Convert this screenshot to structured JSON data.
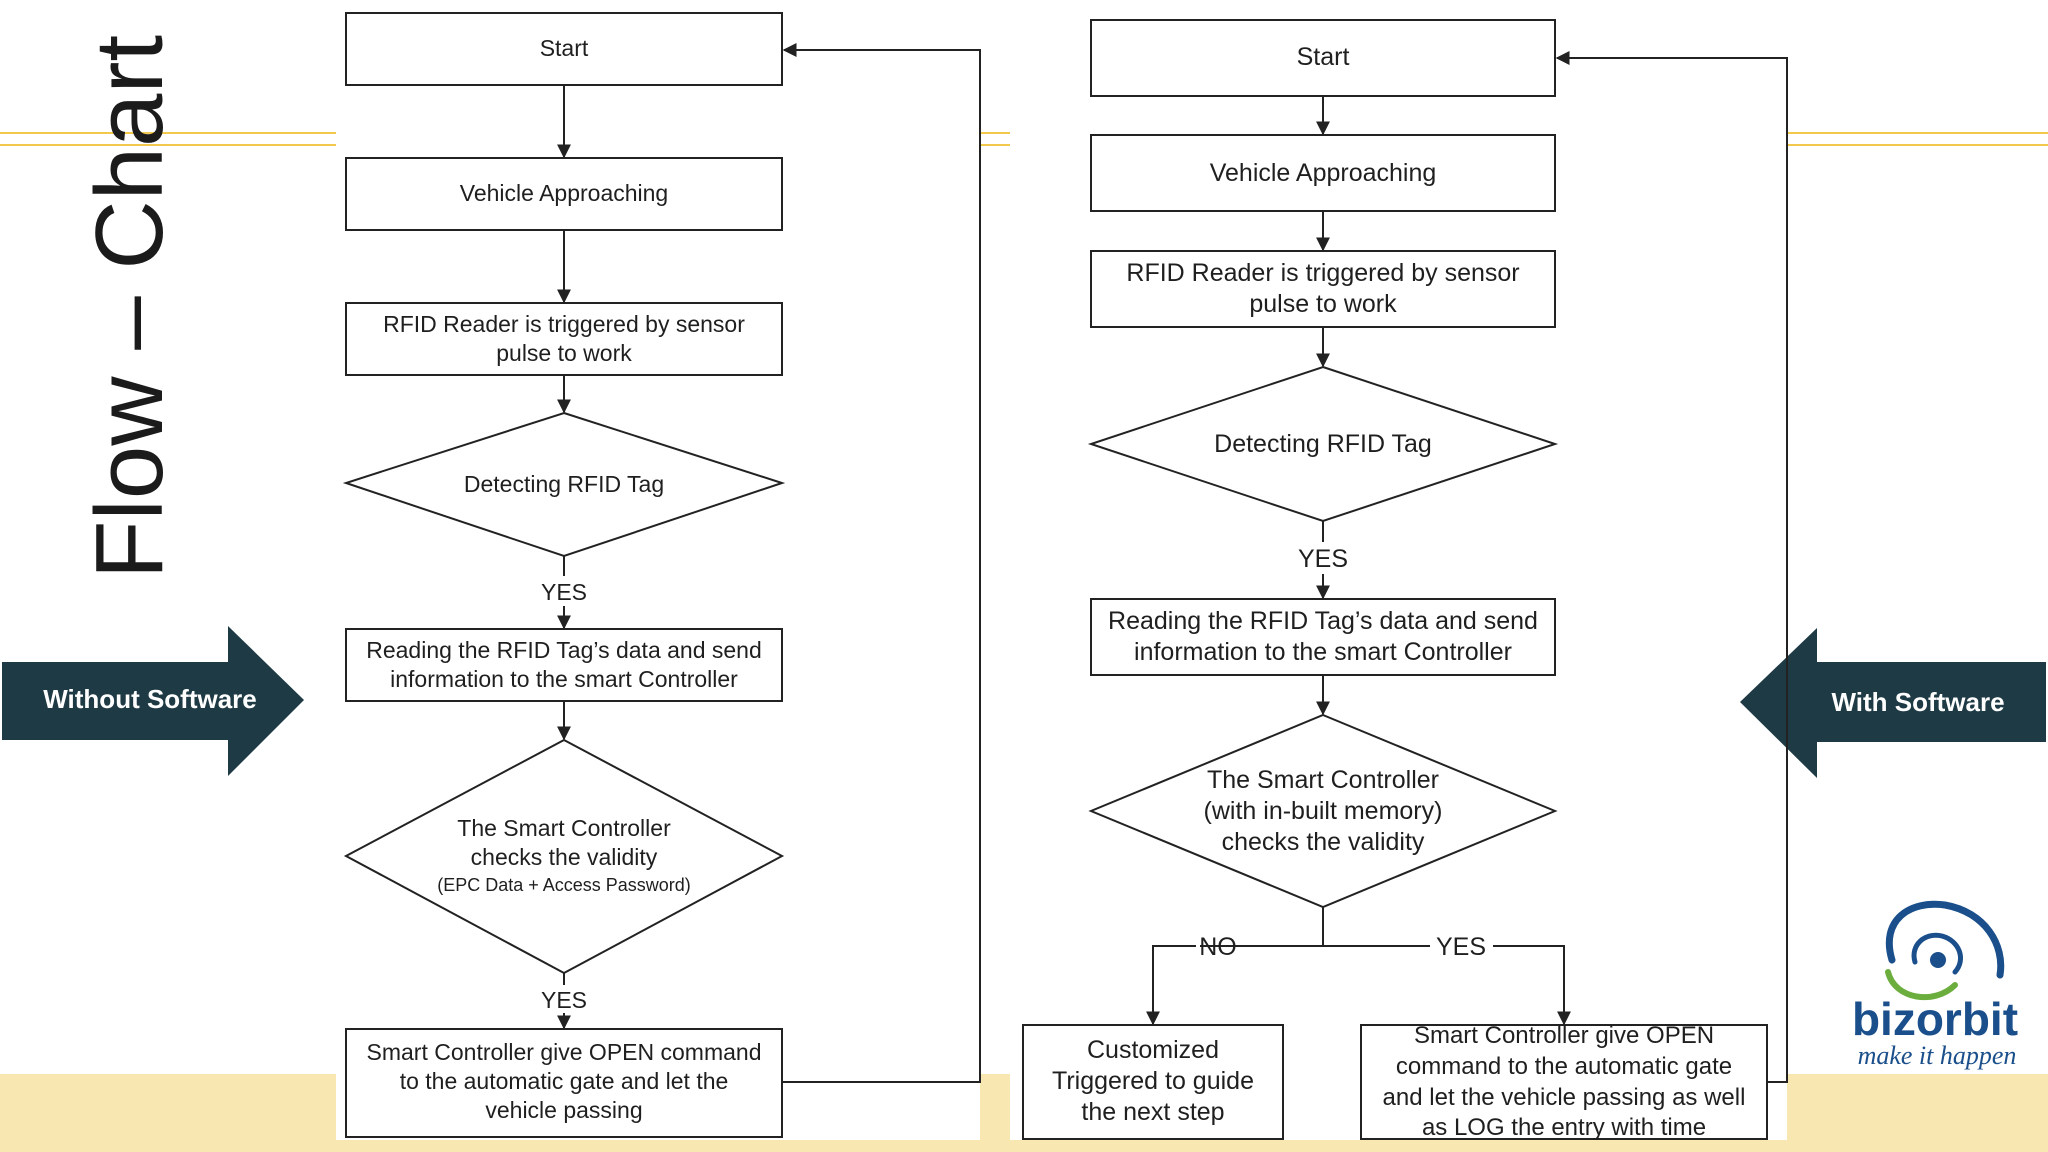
{
  "slide_title": "Flow – Chart",
  "labels": {
    "without": "Without Software",
    "with": "With Software"
  },
  "left_flow": {
    "start": "Start",
    "approaching": "Vehicle Approaching",
    "rfid_line1": "RFID Reader is triggered by sensor",
    "rfid_line2": "pulse to work",
    "detect": "Detecting RFID Tag",
    "yes1": "YES",
    "read_line1": "Reading the RFID Tag’s data and send",
    "read_line2": "information to the smart Controller",
    "check_line1": "The Smart Controller",
    "check_line2": "checks the validity",
    "check_line3": "(EPC Data + Access Password)",
    "yes2": "YES",
    "open_line1": "Smart Controller give OPEN command",
    "open_line2": "to the automatic gate and let the",
    "open_line3": "vehicle passing"
  },
  "right_flow": {
    "start": "Start",
    "approaching": "Vehicle Approaching",
    "rfid_line1": "RFID Reader is triggered by sensor",
    "rfid_line2": "pulse to work",
    "detect": "Detecting RFID Tag",
    "yes1": "YES",
    "read_line1": "Reading the RFID Tag’s data and send",
    "read_line2": "information to the smart Controller",
    "check_line1": "The Smart Controller",
    "check_line2": "(with in-built memory)",
    "check_line3": "checks the validity",
    "no": "NO",
    "yes2": "YES",
    "custom_line1": "Customized",
    "custom_line2": "Triggered to  guide",
    "custom_line3": "the next step",
    "open_line1": "Smart Controller give OPEN",
    "open_line2": "command to the automatic gate",
    "open_line3": "and let the vehicle passing as well",
    "open_line4": "as  LOG the entry with time"
  },
  "logo": {
    "brand": "bizorbit",
    "tagline": "make it happen"
  },
  "colors": {
    "arrow_fill": "#1e3a44",
    "band": "#f9e7b2",
    "gold_line": "#f2c94c",
    "logo_blue": "#1a4f8b",
    "logo_green": "#6cae3e"
  }
}
